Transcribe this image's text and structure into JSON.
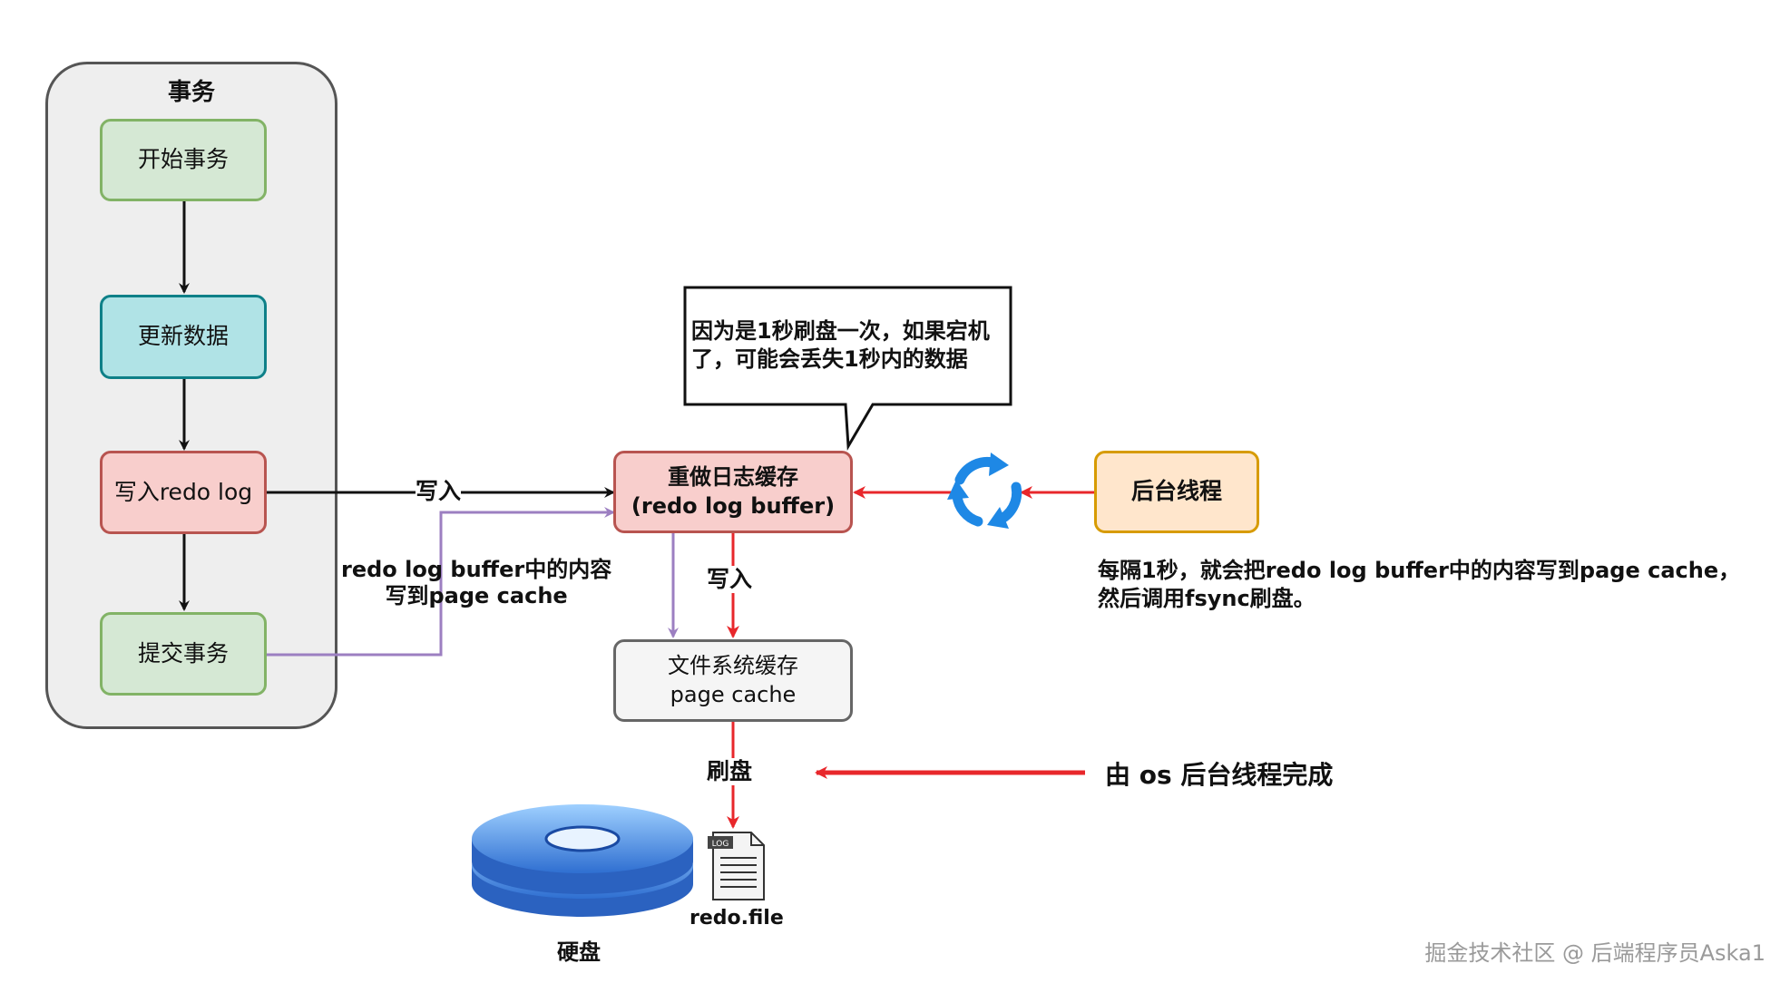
{
  "group": {
    "title": "事务"
  },
  "nodes": {
    "start_txn": "开始事务",
    "update_data": "更新数据",
    "write_redo_log": "写入redo log",
    "commit_txn": "提交事务",
    "redo_buffer": "重做日志缓存\n(redo log buffer)",
    "page_cache": "文件系统缓存\npage cache",
    "bg_thread": "后台线程"
  },
  "callout": {
    "text": "因为是1秒刷盘一次，如果宕机\n了，可能会丢失1秒内的数据"
  },
  "labels": {
    "write_in_1": "写入",
    "write_in_2": "写入",
    "flush": "刷盘",
    "commit_note": "redo log buffer中的内容\n写到page cache",
    "bg_note": "每隔1秒，就会把redo log buffer中的内容写到page cache，\n然后调用fsync刷盘。",
    "os_note": "由 os 后台线程完成",
    "disk": "硬盘",
    "redo_file": "redo.file",
    "file_badge": "LOG"
  },
  "watermark": "掘金技术社区 @ 后端程序员Aska1",
  "colors": {
    "black_arrow": "#111111",
    "red_arrow": "#e8272b",
    "purple_arrow": "#9c7fc1",
    "cycle_blue": "#1e88e5",
    "disk_blue": "#3f8ee8"
  },
  "icons": [
    "cycle-icon",
    "disk-icon",
    "file-icon"
  ]
}
